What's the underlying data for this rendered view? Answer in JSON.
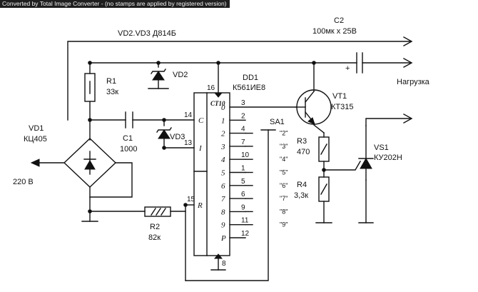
{
  "banner": "Converted by Total Image Converter - (no stamps are applied by registered version)",
  "labels": {
    "vd2vd3": "VD2.VD3 Д814Б",
    "c2_name": "C2",
    "c2_val": "100мк х 25В",
    "load": "Нагрузка",
    "r1_name": "R1",
    "r1_val": "33к",
    "vd2": "VD2",
    "dd1_name": "DD1",
    "dd1_type": "К561ИЕ8",
    "vt1_name": "VT1",
    "vt1_type": "КТ315",
    "vd1_name": "VD1",
    "vd1_type": "КЦ405",
    "c1_name": "C1",
    "c1_val": "1000",
    "vd3": "VD3",
    "sa1": "SA1",
    "r3_name": "R3",
    "r3_val": "470",
    "vs1_name": "VS1",
    "vs1_type": "КУ202Н",
    "r4_name": "R4",
    "r4_val": "3,3к",
    "mains": "220 В",
    "r2_name": "R2",
    "r2_val": "82к",
    "plus": "+"
  },
  "chip": {
    "ct": "CT10",
    "in_c": "C",
    "in_i": "I",
    "in_r": "R",
    "out_p": "P",
    "top_pin": "16",
    "bottom_pin": "8",
    "left_pins": [
      "14",
      "13",
      "15"
    ],
    "outputs": [
      {
        "out": "0",
        "pin": "3"
      },
      {
        "out": "1",
        "pin": "2"
      },
      {
        "out": "2",
        "pin": "4"
      },
      {
        "out": "3",
        "pin": "7"
      },
      {
        "out": "4",
        "pin": "10"
      },
      {
        "out": "5",
        "pin": "1"
      },
      {
        "out": "6",
        "pin": "5"
      },
      {
        "out": "7",
        "pin": "6"
      },
      {
        "out": "8",
        "pin": "9"
      },
      {
        "out": "9",
        "pin": "11"
      },
      {
        "out": "P",
        "pin": "12"
      }
    ]
  },
  "switch_positions": [
    "\"2\"",
    "\"3\"",
    "\"4\"",
    "\"5\"",
    "\"6\"",
    "\"7\"",
    "\"8\"",
    "\"9\""
  ]
}
